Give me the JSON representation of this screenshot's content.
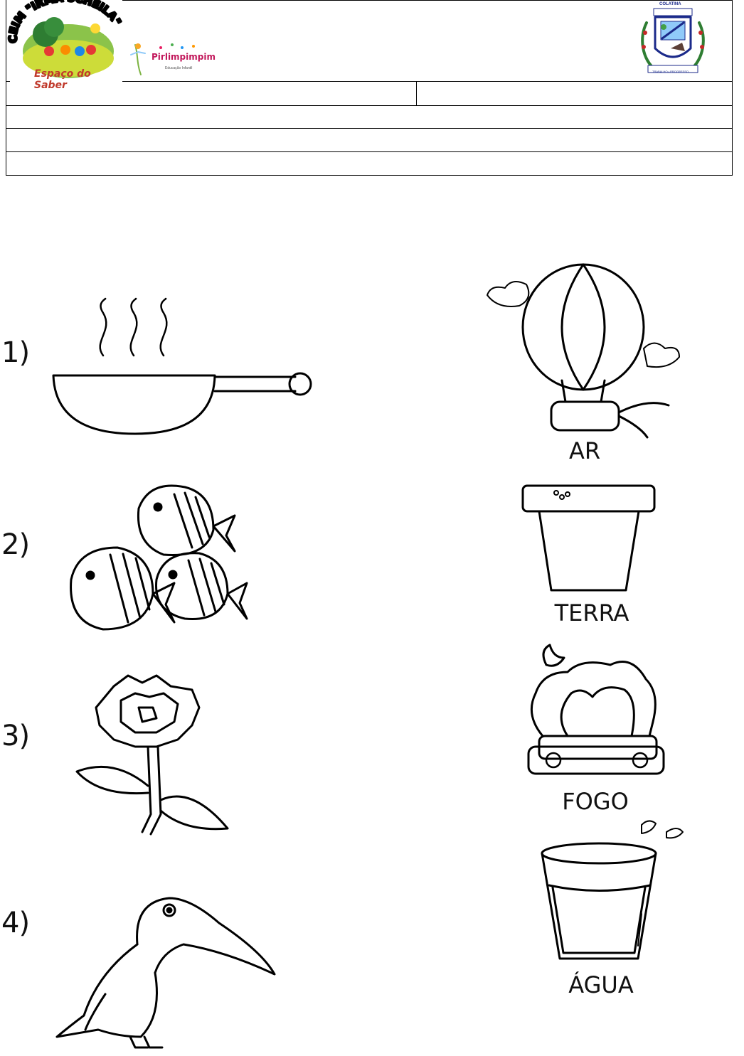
{
  "header": {
    "school_logo": {
      "caption": "Espaço do Saber",
      "arch_text": "CEIM \"IRMÃ SCHEILA\""
    },
    "partner_logo": {
      "brand": "Pirlimpimpim",
      "sub": "Educação Infantil"
    },
    "crest": {
      "city": "COLATINA",
      "motto": "TRABALHO • PROGRESSO"
    }
  },
  "exercise": {
    "items": [
      {
        "number": "1)",
        "icon": "frying-pan-icon"
      },
      {
        "number": "2)",
        "icon": "fish-group-icon"
      },
      {
        "number": "3)",
        "icon": "flower-icon"
      },
      {
        "number": "4)",
        "icon": "toucan-icon"
      }
    ],
    "elements": [
      {
        "label": "AR",
        "icon": "hot-air-balloon-icon"
      },
      {
        "label": "TERRA",
        "icon": "flower-pot-icon"
      },
      {
        "label": "FOGO",
        "icon": "campfire-icon"
      },
      {
        "label": "ÁGUA",
        "icon": "water-glass-icon"
      }
    ]
  }
}
